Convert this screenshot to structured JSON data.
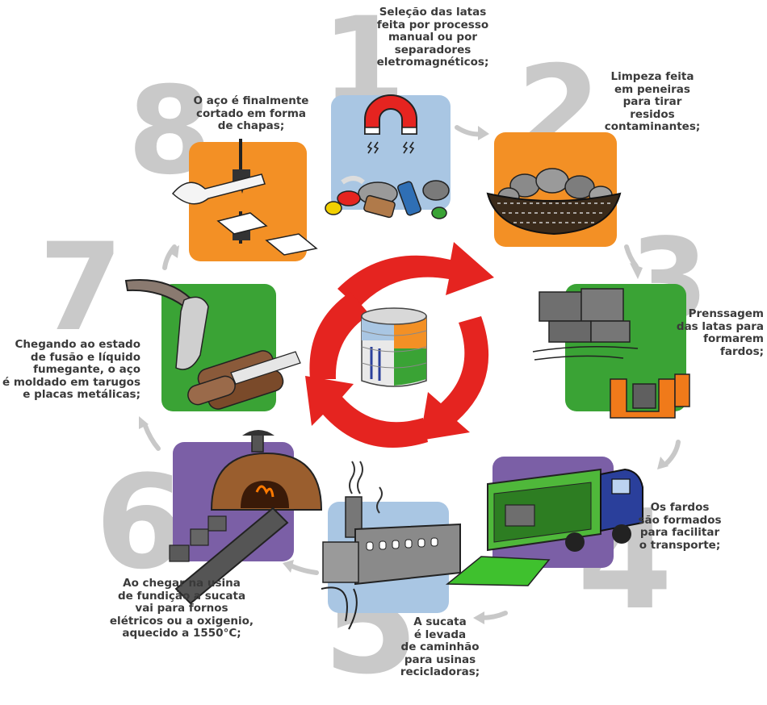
{
  "colors": {
    "number_gray": "#c9c9c9",
    "text": "#3a3a3a",
    "orange": "#f39025",
    "green": "#3aa335",
    "purple": "#7b5fa6",
    "light_blue": "#a9c6e3",
    "red_arrow": "#e52420",
    "arrow_gray": "#c8c8c8"
  },
  "steps": [
    {
      "number": "1",
      "text": "Seleção das latas\nfeita por processo\nmanual ou por\nseparadores\neletromagnéticos;",
      "tile": "light_blue",
      "icon": "magnet-sorting-icon"
    },
    {
      "number": "2",
      "text": "Limpeza feita\nem peneiras\npara tirar\nresidos\ncontaminantes;",
      "tile": "orange",
      "icon": "sieve-basket-icon"
    },
    {
      "number": "3",
      "text": "Prenssagem\ndas latas para\nformarem\nfardos;",
      "tile": "green",
      "icon": "bale-press-icon"
    },
    {
      "number": "4",
      "text": "Os fardos\nsão formados\npara facilitar\no transporte;",
      "tile": "purple",
      "icon": "truck-icon"
    },
    {
      "number": "5",
      "text": "A sucata\né levada\nde caminhão\npara usinas\nrecicladoras;",
      "tile": "light_blue",
      "icon": "factory-icon"
    },
    {
      "number": "6",
      "text": "Ao chegar na usina\nde fundição a sucata\nvai para fornos\nelétricos ou a oxigenio,\naquecido a 1550°C;",
      "tile": "purple",
      "icon": "furnace-icon"
    },
    {
      "number": "7",
      "text": "Chegando ao estado\nde fusão e líquido\nfumegante, o aço\né moldado em tarugos\ne placas metálicas;",
      "tile": "green",
      "icon": "molding-icon"
    },
    {
      "number": "8",
      "text": "O aço é finalmente\ncortado em forma\nde chapas;",
      "tile": "orange",
      "icon": "cutting-sheets-icon"
    }
  ],
  "center": {
    "icon": "recycle-arrows-icon",
    "can_icon": "steel-can-icon"
  }
}
